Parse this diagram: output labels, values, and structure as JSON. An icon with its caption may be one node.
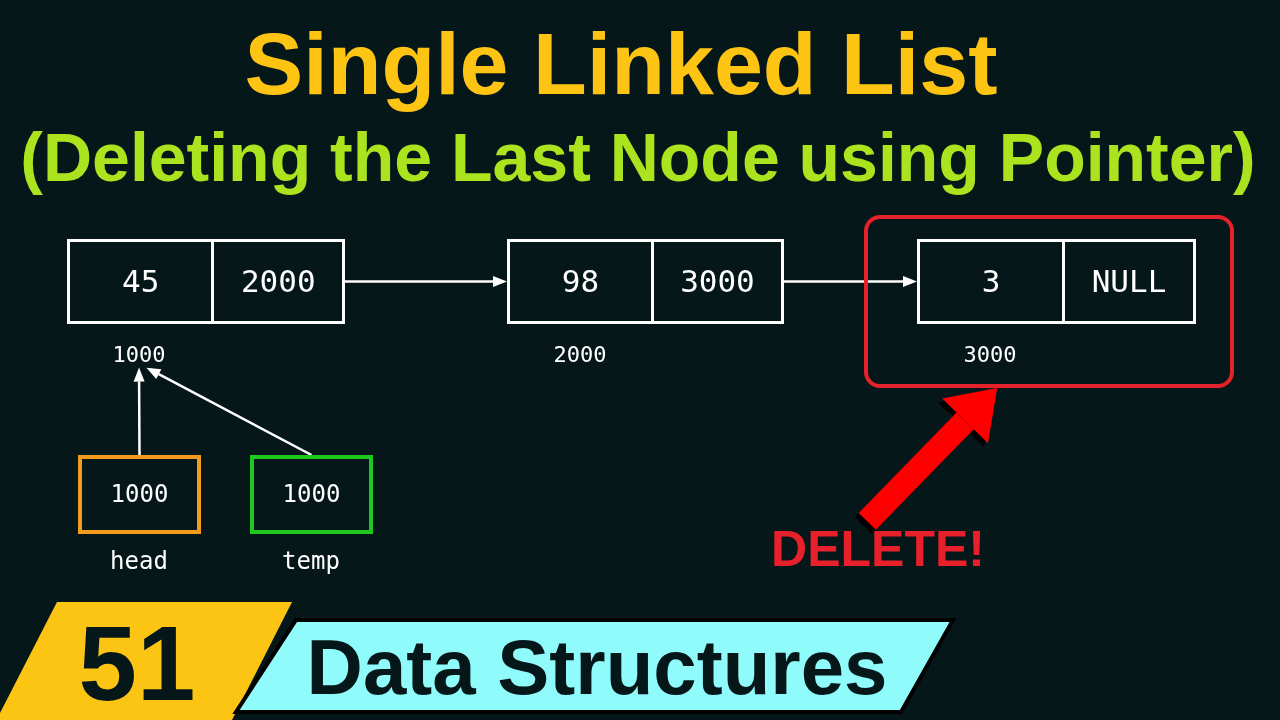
{
  "diagram": {
    "title": "Single Linked List",
    "nodes": [
      {
        "text": [
          "45",
          "2000"
        ]
      },
      {
        "text": [
          "98",
          "3000"
        ],
        "beside": [
          "2000"
        ]
      },
      {
        "text": [],
        "shape": "box"
      },
      {
        "text": [
          "3",
          "NULL"
        ],
        "in": 2,
        "beside": [
          "3000"
        ]
      },
      {
        "text": [
          "1000"
        ]
      },
      {
        "text": [
          "1000"
        ],
        "beside": [
          "head"
        ]
      },
      {
        "text": [
          "1000"
        ],
        "beside": [
          "temp"
        ]
      },
      {
        "text": [
          "DELETE!"
        ]
      },
      {
        "text": [
          "51"
        ]
      },
      {
        "text": [
          "Data Structures"
        ]
      }
    ],
    "edges": [
      {
        "from": 0,
        "to": 1,
        "arrow": "to"
      },
      {
        "from": 1,
        "to": 3,
        "arrow": "to"
      },
      {
        "from": 5,
        "to": 4,
        "arrow": "to"
      },
      {
        "from": 6,
        "to": 4,
        "arrow": "to"
      },
      {
        "from": 7,
        "to": 2,
        "arrow": "to",
        "style": "thick",
        "color": "#ff0000"
      }
    ],
    "labels": [
      "(Deleting the Last Node using Pointer)"
    ]
  }
}
